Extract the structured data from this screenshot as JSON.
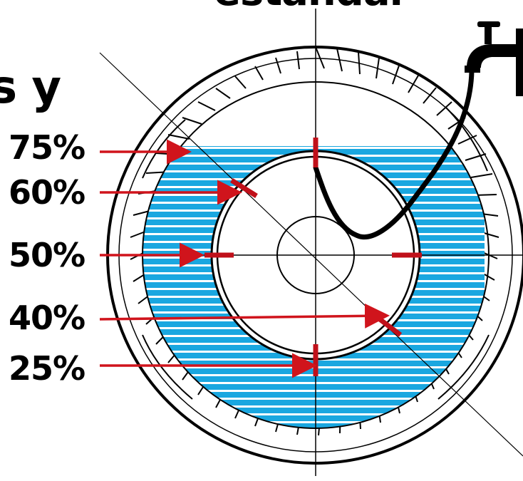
{
  "heading": {
    "line1": "estándar",
    "line2": "s y"
  },
  "levels": [
    {
      "label": "75%"
    },
    {
      "label": "60%"
    },
    {
      "label": "50%"
    },
    {
      "label": "40%"
    },
    {
      "label": "25%"
    }
  ],
  "colors": {
    "water": "#1aa7e0",
    "arrow": "#d0141c",
    "outline": "#000000"
  }
}
